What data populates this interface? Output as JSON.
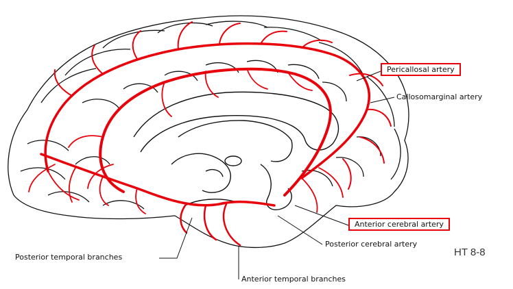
{
  "labels": {
    "pericallosal": "Pericallosal artery",
    "callosomarginal": "Callosomarginal artery",
    "anterior_cerebral": "Anterior cerebral artery",
    "posterior_cerebral": "Posterior cerebral artery",
    "posterior_temporal": "Posterior temporal branches",
    "anterior_temporal": "Anterior temporal branches"
  },
  "figure_code": "HT 8-8",
  "colors": {
    "artery": "#e8000b",
    "outline": "#111111",
    "highlight_box": "#e8000b"
  }
}
